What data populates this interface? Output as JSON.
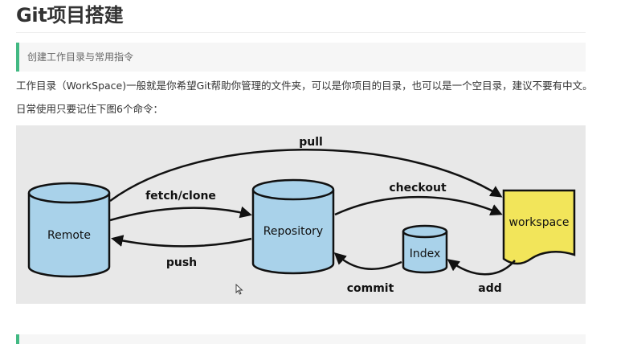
{
  "heading": "Git项目搭建",
  "blockquote": "创建工作目录与常用指令",
  "paragraph1": "工作目录（WorkSpace)一般就是你希望Git帮助你管理的文件夹，可以是你项目的目录，也可以是一个空目录，建议不要有中文。",
  "paragraph2": "日常使用只要记住下图6个命令：",
  "diagram": {
    "nodes": {
      "remote": "Remote",
      "repository": "Repository",
      "index": "Index",
      "workspace": "workspace"
    },
    "arrows": {
      "pull": "pull",
      "fetch_clone": "fetch/clone",
      "push": "push",
      "checkout": "checkout",
      "commit": "commit",
      "add": "add"
    },
    "colors": {
      "cylinder_fill": "#a9d2ea",
      "workspace_fill": "#f2e55a",
      "background": "#e8e8e8"
    }
  },
  "colors": {
    "accent_border": "#42b983",
    "quote_background": "#f6f6f6"
  }
}
